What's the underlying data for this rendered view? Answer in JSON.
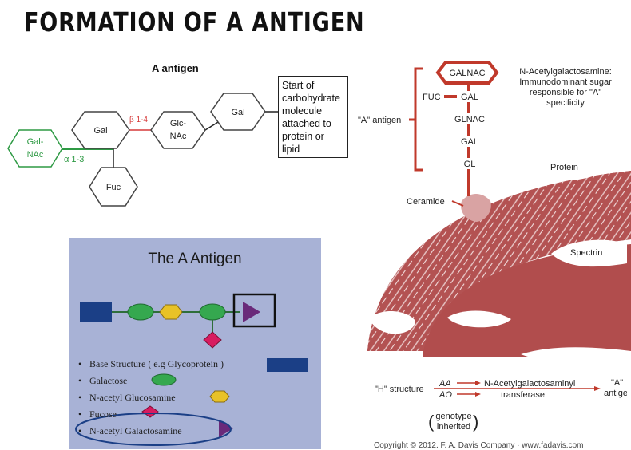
{
  "title": "FORMATION OF A ANTIGEN",
  "left_diagram": {
    "heading": "A antigen",
    "start_box_lines": [
      "Start of",
      "carbohydrate",
      "molecule",
      "attached to",
      "protein or",
      "lipid"
    ],
    "nodes": {
      "galnac": [
        "Gal-",
        "NAc"
      ],
      "gal1": "Gal",
      "glcnac": [
        "Glc-",
        "NAc"
      ],
      "gal2": "Gal",
      "fuc": "Fuc"
    },
    "bonds": {
      "alpha": "α 1-3",
      "beta": "β 1-4"
    }
  },
  "right_diagram": {
    "galnac_label": "GALNAC",
    "description_lines": [
      "N-Acetylgalactosamine:",
      "Immunodominant sugar",
      "responsible for \"A\"",
      "specificity"
    ],
    "chain": [
      "GAL",
      "GLNAC",
      "GAL",
      "GL"
    ],
    "fuc_label": "FUC",
    "a_antigen_label": "\"A\" antigen",
    "ceramide": "Ceramide",
    "protein": "Protein",
    "spectrin": "Spectrin"
  },
  "panel": {
    "title": "The A Antigen",
    "legend": [
      "Base Structure ( e.g Glycoprotein )",
      "Galactose",
      "N-acetyl Glucosamine",
      "Fucose",
      "N-acetyl Galactosamine"
    ]
  },
  "bottom": {
    "h_structure": "\"H\" structure",
    "aa": "AA",
    "ao": "AO",
    "enzyme_line1": "N-Acetylgalactosaminyl",
    "enzyme_line2": "transferase",
    "result_line1": "\"A\"",
    "result_line2": "antigen",
    "genotype_line1": "genotype",
    "genotype_line2": "inherited",
    "copyright": "Copyright © 2012. F. A. Davis Company · www.fadavis.com"
  },
  "colors": {
    "red": "#c0392b",
    "membrane": "#b35252",
    "green": "#2e9a44",
    "panel_bg": "#a8b2d6",
    "navy": "#1b3f86"
  }
}
